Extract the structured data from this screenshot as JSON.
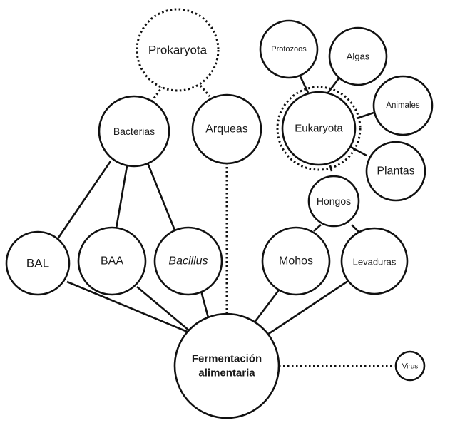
{
  "nodes": {
    "prokaryota": "Prokaryota",
    "bacterias": "Bacterias",
    "arqueas": "Arqueas",
    "protozoos": "Protozoos",
    "algas": "Algas",
    "animales": "Animales",
    "eukaryota": "Eukaryota",
    "plantas": "Plantas",
    "hongos": "Hongos",
    "bal": "BAL",
    "baa": "BAA",
    "bacillus": "Bacillus",
    "mohos": "Mohos",
    "levaduras": "Levaduras",
    "fermentacion_line1": "Fermentación",
    "fermentacion_line2": "alimentaria",
    "virus": "Virus"
  }
}
